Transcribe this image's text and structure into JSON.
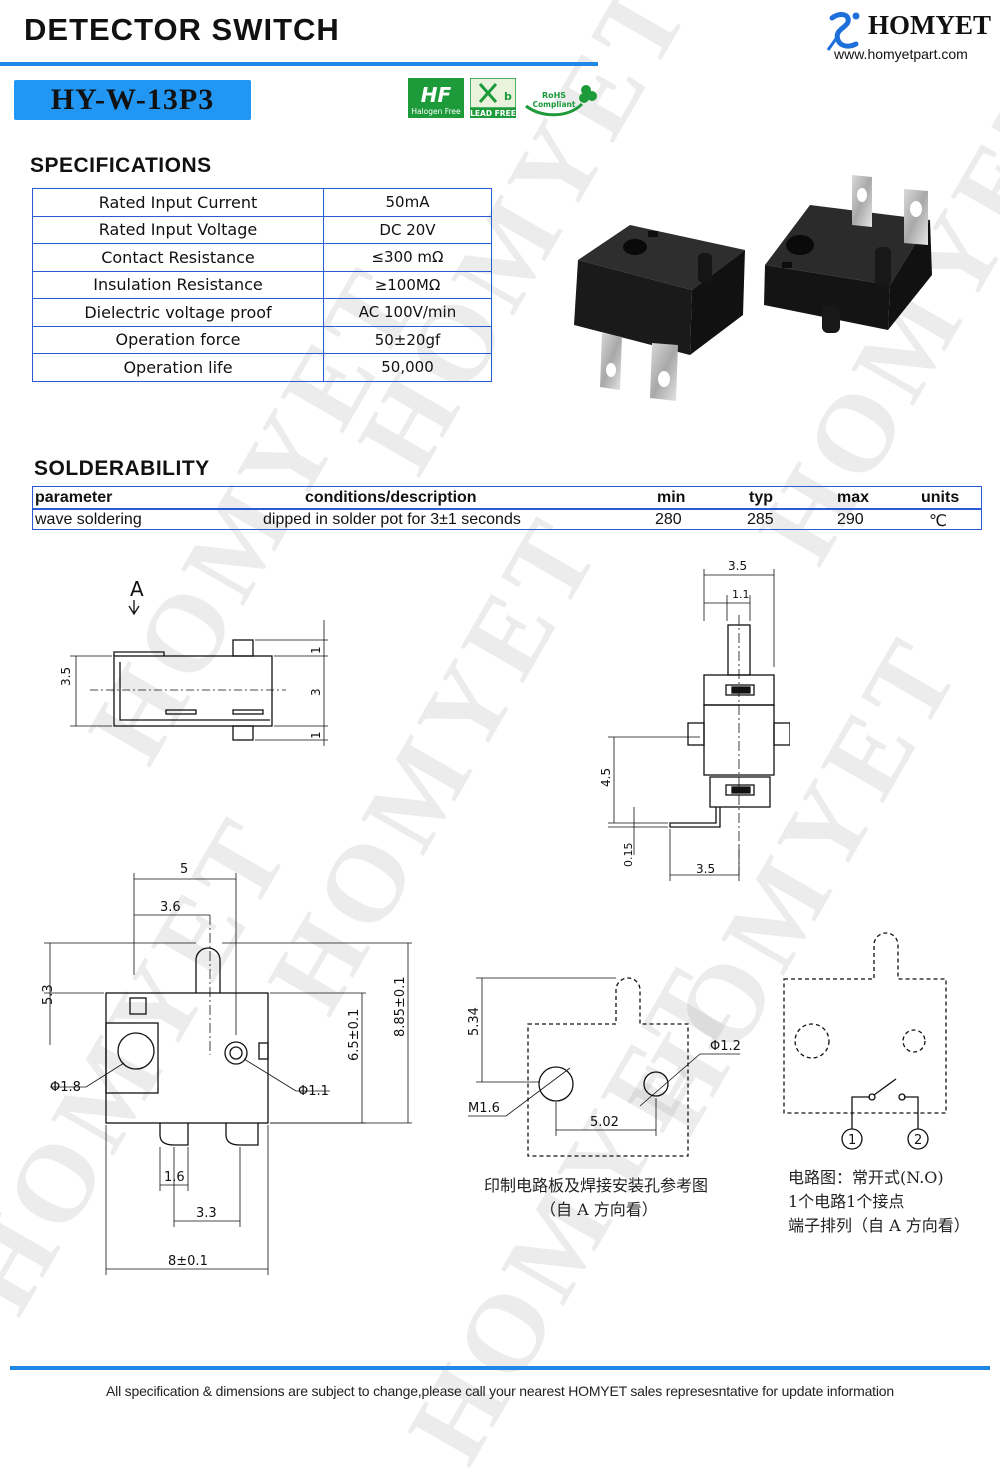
{
  "header": {
    "title": "DETECTOR SWITCH",
    "model": "HY-W-13P3",
    "brand": "HOMYET",
    "website": "www.homyetpart.com",
    "watermark": "HOMYET",
    "certifications": {
      "halogen_free": "Halogen Free",
      "halogen_mark": "HF",
      "lead_free": "LEAD FREE",
      "rohs_line1": "RoHS",
      "rohs_line2": "Compliant"
    },
    "accent_color": "#1e88e5"
  },
  "specifications": {
    "heading": "SPECIFICATIONS",
    "rows": [
      {
        "name": "Rated Input Current",
        "value": "50mA"
      },
      {
        "name": "Rated Input Voltage",
        "value": "DC  20V"
      },
      {
        "name": "Contact Resistance",
        "value": "≤300 mΩ"
      },
      {
        "name": "Insulation Resistance",
        "value": "≥100MΩ"
      },
      {
        "name": "Dielectric voltage proof",
        "value": "AC 100V/min"
      },
      {
        "name": "Operation force",
        "value": "50±20gf"
      },
      {
        "name": "Operation life",
        "value": "50,000"
      }
    ]
  },
  "solderability": {
    "heading": "SOLDERABILITY",
    "columns": [
      "parameter",
      "conditions/description",
      "min",
      "typ",
      "max",
      "units"
    ],
    "row": {
      "parameter": "wave soldering",
      "conditions": "dipped in solder pot for 3±1 seconds",
      "min": "280",
      "typ": "285",
      "max": "290",
      "units": "℃"
    }
  },
  "drawings": {
    "side_view": {
      "arrow_label": "A",
      "dim_height": "3.5",
      "dim_top": "1",
      "dim_mid": "3",
      "dim_bottom": "1"
    },
    "front_view": {
      "dim_width": "3.5",
      "dim_plunger": "1.1",
      "dim_height": "4.5",
      "dim_lead": "0.15",
      "dim_lead_len": "3.5"
    },
    "top_view": {
      "dim_5": "5",
      "dim_3_6": "3.6",
      "dim_5_3": "5.3",
      "dim_6_5": "6.5±0.1",
      "dim_8_85": "8.85±0.1",
      "dim_hole_big": "Φ1.8",
      "dim_hole_small": "Φ1.1",
      "dim_1_6": "1.6",
      "dim_3_3": "3.3",
      "dim_width": "8±0.1"
    },
    "pcb_layout": {
      "dim_5_34": "5.34",
      "dim_hole_small": "Φ1.2",
      "dim_hole_big": "M1.6",
      "dim_pitch": "5.02",
      "caption_line1": "印制电路板及焊接安装孔参考图",
      "caption_line2": "（自 A 方向看）"
    },
    "circuit": {
      "pin1": "1",
      "pin2": "2",
      "caption_line1": "电路图：常开式(N.O)",
      "caption_line2": "1个电路1个接点",
      "caption_line3": "端子排列（自 A 方向看）"
    }
  },
  "footer": {
    "note": "All specification & dimensions are subject to change,please call your nearest HOMYET sales represesntative for update information"
  }
}
